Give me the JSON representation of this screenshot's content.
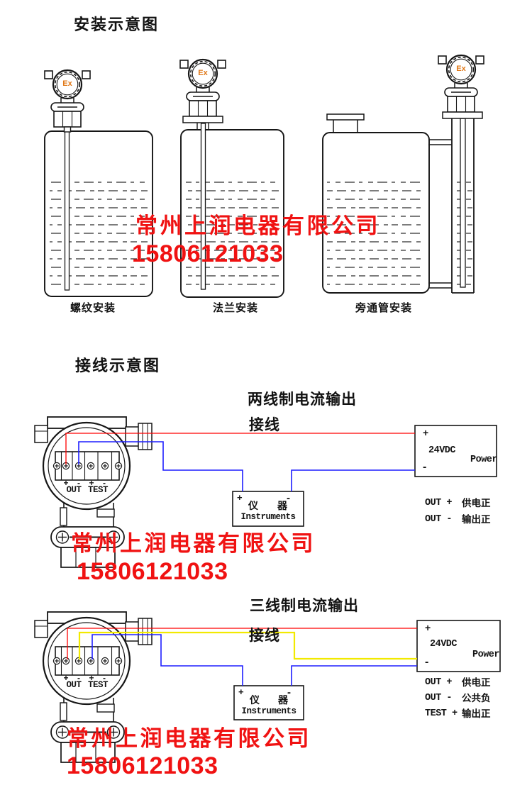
{
  "install": {
    "title": "安装示意图",
    "ex_badge": "Ex",
    "methods": [
      {
        "label": "螺纹安装"
      },
      {
        "label": "法兰安装"
      },
      {
        "label": "旁通管安装"
      }
    ]
  },
  "watermark": {
    "company": "常州上润电器有限公司",
    "phone": "15806121033"
  },
  "wiring": {
    "title": "接线示意图",
    "sym": {
      "plus": "+",
      "minus": "-"
    },
    "terminals": {
      "out": "OUT",
      "test": "TEST"
    },
    "two_wire": {
      "subtitle_line1": "两线制电流输出",
      "subtitle_line2": "接线",
      "instrument": {
        "plus": "+",
        "minus": "-",
        "cn1": "仪",
        "cn2": "器",
        "en": "Instruments"
      },
      "power": {
        "plus": "+",
        "voltage": "24VDC",
        "label": "Power",
        "minus": "-"
      },
      "legend": [
        {
          "terminal": "OUT +",
          "desc": "供电正"
        },
        {
          "terminal": "OUT -",
          "desc": "输出正"
        }
      ]
    },
    "three_wire": {
      "subtitle_line1": "三线制电流输出",
      "subtitle_line2": "接线",
      "instrument": {
        "plus": "+",
        "minus": "-",
        "cn1": "仪",
        "cn2": "器",
        "en": "Instruments"
      },
      "power": {
        "plus": "+",
        "voltage": "24VDC",
        "label": "Power",
        "minus": "-"
      },
      "legend": [
        {
          "terminal": "OUT +",
          "desc": "供电正"
        },
        {
          "terminal": "OUT -",
          "desc": "公共负"
        },
        {
          "terminal": "TEST +",
          "desc": "输出正"
        }
      ]
    }
  },
  "colors": {
    "line": "#161616",
    "red_wire": "#ff0000",
    "blue_wire": "#1f1fff",
    "yellow_wire": "#f2ea00",
    "watermark_red": "#f01212",
    "ex_orange": "#e07818"
  }
}
